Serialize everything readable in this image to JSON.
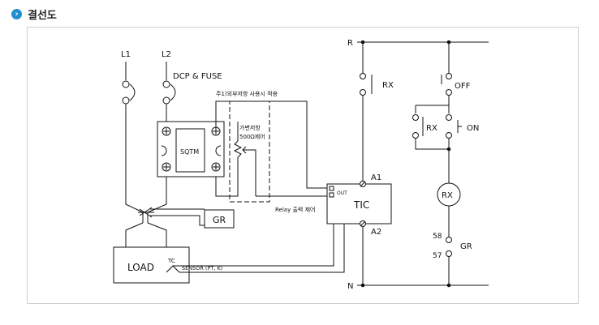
{
  "section": {
    "title": "결선도"
  },
  "diagram": {
    "power": {
      "l1": "L1",
      "l2": "L2",
      "fuse": "DCP & FUSE"
    },
    "note": "주1)외부저항 사용시 적용",
    "ssr": {
      "label": "SQTM"
    },
    "resistor": {
      "line1": "가변저항",
      "line2": "500Ω제어"
    },
    "gr_box": "GR",
    "load": {
      "label": "LOAD",
      "tc": "TC"
    },
    "sensor": "SENSOR  (PT, K)",
    "relay_note": "Relay 출력 제어",
    "controller": {
      "label": "TIC",
      "out": "OUT",
      "a1": "A1",
      "a2": "A2"
    },
    "rails": {
      "r": "R",
      "n": "N"
    },
    "ladder": {
      "rx_contact": "RX",
      "off": "OFF",
      "rx_hold": "RX",
      "on": "ON",
      "coil": "RX",
      "t58": "58",
      "t57": "57",
      "gr": "GR"
    }
  }
}
